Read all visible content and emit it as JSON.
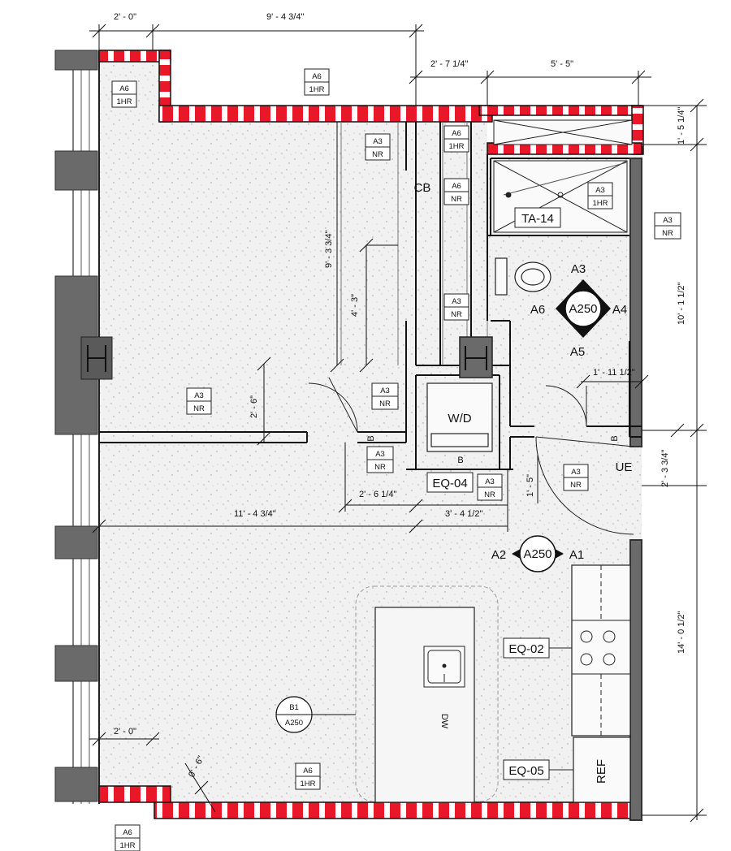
{
  "dimensions": {
    "top_left": "2' - 0\"",
    "top_main": "9' - 4 3/4\"",
    "top_mid": "2' - 7 1/4\"",
    "top_right": "5' - 5\"",
    "right_top": "1' - 5 1/4\"",
    "right_mid": "10' - 1 1/2\"",
    "right_door": "2' - 3 3/4\"",
    "right_bottom": "14' - 0 1/2\"",
    "vert_long": "9' - 3 3/4\"",
    "vert_mid": "4' - 3\"",
    "vert_short": "2' - 6\"",
    "horiz_mid_left": "11' - 4 3/4\"",
    "horiz_mid_small": "2' - 6 1/4\"",
    "horiz_mid_right": "3' - 4 1/2\"",
    "door_right": "1' - 11 1/2\"",
    "door_small": "1' - 5\"",
    "bottom_left": "2' - 0\"",
    "bottom_diag": "0' - 6\""
  },
  "wall_tags": {
    "a6_1hr_topleft": [
      "A6",
      "1HR"
    ],
    "a6_1hr_top": [
      "A6",
      "1HR"
    ],
    "a6_1hr_right": [
      "A6",
      "1HR"
    ],
    "a3_1hr_shower": [
      "A3",
      "1HR"
    ],
    "a3_nr_mid": [
      "A3",
      "NR"
    ],
    "a6_nr_shaft": [
      "A6",
      "NR"
    ],
    "a3_nr_right": [
      "A3",
      "NR"
    ],
    "a3_nr_shaft2": [
      "A3",
      "NR"
    ],
    "a3_nr_bedroom": [
      "A3",
      "NR"
    ],
    "a3_nr_closet": [
      "A3",
      "NR"
    ],
    "a3_nr_wd_left": [
      "A3",
      "NR"
    ],
    "a3_nr_wd_right": [
      "A3",
      "NR"
    ],
    "a3_nr_door": [
      "A3",
      "NR"
    ],
    "a6_1hr_bottom": [
      "A6",
      "1HR"
    ],
    "a6_1hr_corner": [
      "A6",
      "1HR"
    ]
  },
  "labels": {
    "cb": "CB",
    "ta14": "TA-14",
    "wd": "W/D",
    "eq04": "EQ-04",
    "eq02": "EQ-02",
    "eq05": "EQ-05",
    "ue": "UE",
    "ref": "REF",
    "dw": "DW",
    "b_left": "B",
    "b_wd": "B",
    "b_right": "B"
  },
  "elevation_upper": {
    "sheet": "A250",
    "n": "A3",
    "e": "A4",
    "s": "A5",
    "w": "A6"
  },
  "elevation_lower": {
    "sheet": "A250",
    "left": "A2",
    "right": "A1"
  },
  "section_marker": {
    "id": "B1",
    "sheet": "A250"
  }
}
